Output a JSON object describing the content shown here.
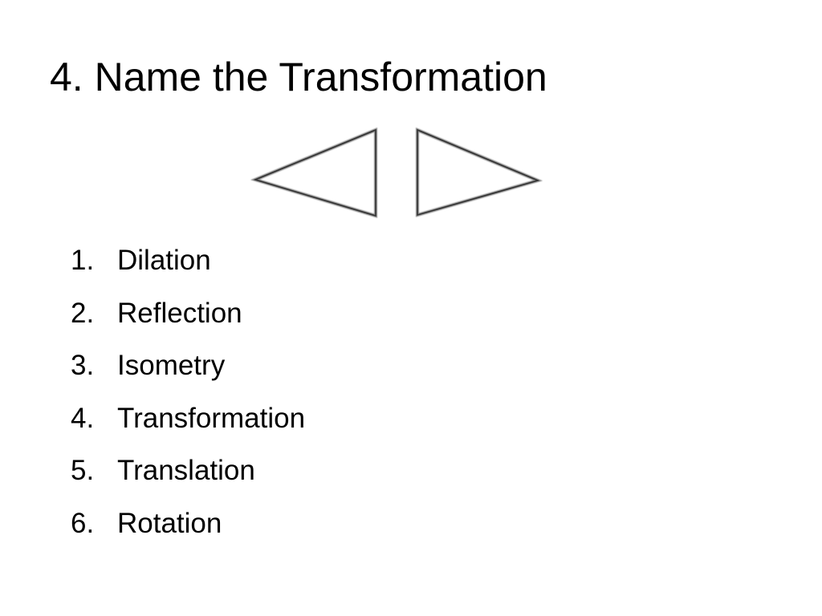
{
  "slide": {
    "title": "4. Name the Transformation",
    "options": [
      {
        "number": "1.",
        "label": "Dilation"
      },
      {
        "number": "2.",
        "label": "Reflection"
      },
      {
        "number": "3.",
        "label": "Isometry"
      },
      {
        "number": "4.",
        "label": "Transformation"
      },
      {
        "number": "5.",
        "label": "Translation"
      },
      {
        "number": "6.",
        "label": "Rotation"
      }
    ]
  },
  "figure": {
    "left_shape": "left-pointing-triangle",
    "right_shape": "right-pointing-triangle",
    "stroke_color": "#555555"
  }
}
